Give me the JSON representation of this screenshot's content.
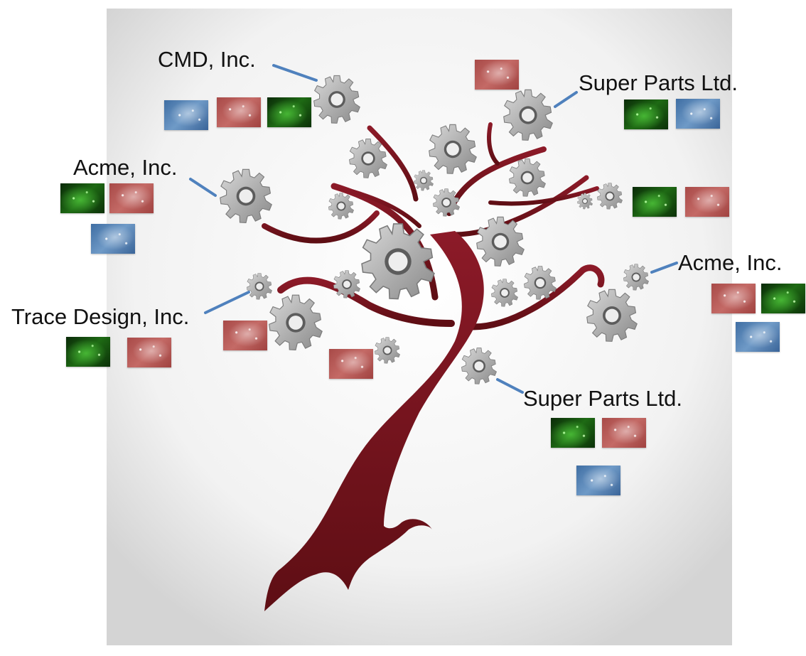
{
  "labels": {
    "cmd": "CMD, Inc.",
    "super_top": "Super Parts Ltd.",
    "acme_left": "Acme, Inc.",
    "acme_right": "Acme, Inc.",
    "trace": "Trace Design, Inc.",
    "super_bottom": "Super Parts Ltd."
  },
  "groups": {
    "cmd": [
      "blue",
      "red",
      "green"
    ],
    "top_single": [
      "red"
    ],
    "super_top": [
      "green",
      "blue"
    ],
    "acme_left": [
      "green",
      "red",
      "blue"
    ],
    "right_branch": [
      "green",
      "red"
    ],
    "acme_right": [
      "red",
      "green",
      "blue"
    ],
    "trace": [
      "green",
      "red"
    ],
    "mid_left": [
      "red"
    ],
    "mid_center": [
      "red"
    ],
    "super_bottom": [
      "green",
      "red",
      "blue"
    ]
  },
  "colors": {
    "trunk": "#7a1420",
    "connector": "#4f81bd",
    "gear": "#9e9e9e",
    "tile_red": "#b0504e",
    "tile_blue": "#4a7bb0",
    "tile_green": "#146b12"
  },
  "icons": [
    "gear-icon",
    "tree-trunk",
    "connector-line"
  ]
}
